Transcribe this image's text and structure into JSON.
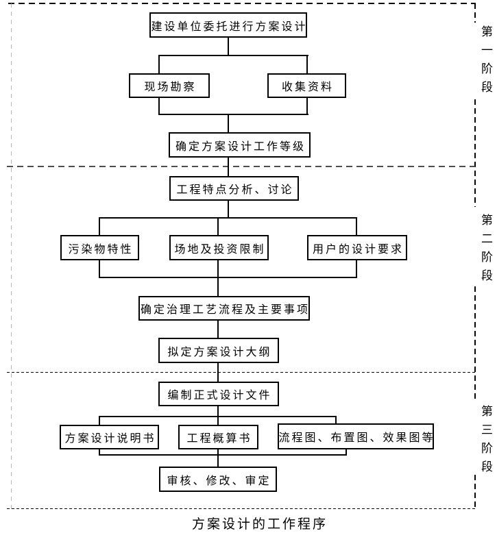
{
  "diagram": {
    "caption": "方案设计的工作程序",
    "stages": [
      {
        "label": "第一阶段"
      },
      {
        "label": "第二阶段"
      },
      {
        "label": "第三阶段"
      }
    ],
    "nodes": [
      {
        "label": "建设单位委托进行方案设计"
      },
      {
        "label": "现场勘察"
      },
      {
        "label": "收集资料"
      },
      {
        "label": "确定方案设计工作等级"
      },
      {
        "label": "工程特点分析、讨论"
      },
      {
        "label": "污染物特性"
      },
      {
        "label": "场地及投资限制"
      },
      {
        "label": "用户的设计要求"
      },
      {
        "label": "确定治理工艺流程及主要事项"
      },
      {
        "label": "拟定方案设计大纲"
      },
      {
        "label": "编制正式设计文件"
      },
      {
        "label": "方案设计说明书"
      },
      {
        "label": "工程概算书"
      },
      {
        "label": "流程图、布置图、效果图等"
      },
      {
        "label": "审核、修改、审定"
      }
    ],
    "colors": {
      "line": "#000000",
      "stage_separator": "#4d4d4d",
      "left_frame": "#b3b3b3",
      "background": "#ffffff"
    }
  }
}
